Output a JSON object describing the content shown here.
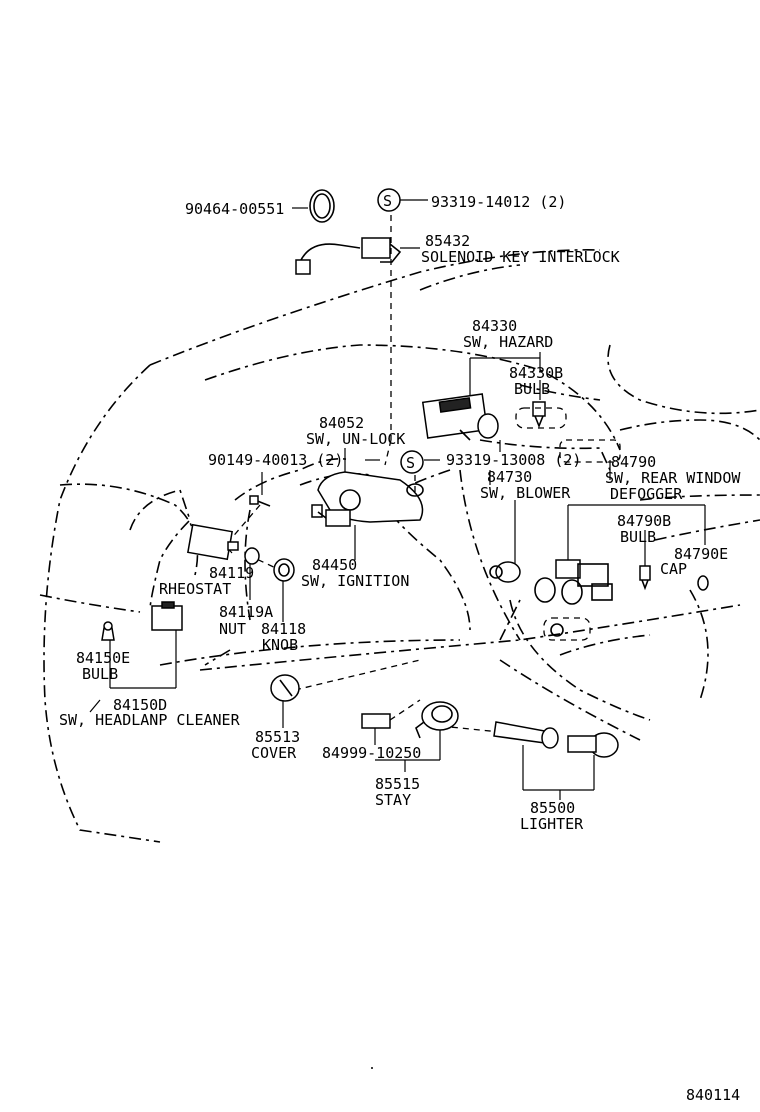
{
  "diagram_id": "840114",
  "labels": {
    "p90464": "90464-00551",
    "s_mark": "S",
    "p93319a": "93319-14012 (2)",
    "p85432": "85432",
    "solenoid": "SOLENOID KEY INTERLOCK",
    "p84330": "84330",
    "sw_hazard": "SW, HAZARD",
    "p84330b": "84330B",
    "bulb_hazard": "BULB",
    "p84052": "84052",
    "sw_unlock": "SW, UN-LOCK",
    "p90149": "90149-40013 (2)",
    "p93319b": "93319-13008 (2)",
    "p84730": "84730",
    "sw_blower": "SW, BLOWER",
    "p84790": "84790",
    "sw_rear": "SW, REAR WINDOW",
    "defogger": "DEFOGGER",
    "p84790b": "84790B",
    "bulb_def": "BULB",
    "p84790e": "84790E",
    "cap": "CAP",
    "p84119": "84119",
    "rheostat": "RHEOSTAT",
    "p84450": "84450",
    "sw_ignition": "SW, IGNITION",
    "p84119a": "84119A",
    "nut": "NUT",
    "p84118": "84118",
    "knob": "KNOB",
    "p84150e": "84150E",
    "bulb_head": "BULB",
    "p84150d": "84150D",
    "sw_headlamp": "SW, HEADLANP CLEANER",
    "p85513": "85513",
    "cover": "COVER",
    "p84999": "84999-10250",
    "p85515": "85515",
    "stay": "STAY",
    "p85500": "85500",
    "lighter": "LIGHTER"
  }
}
